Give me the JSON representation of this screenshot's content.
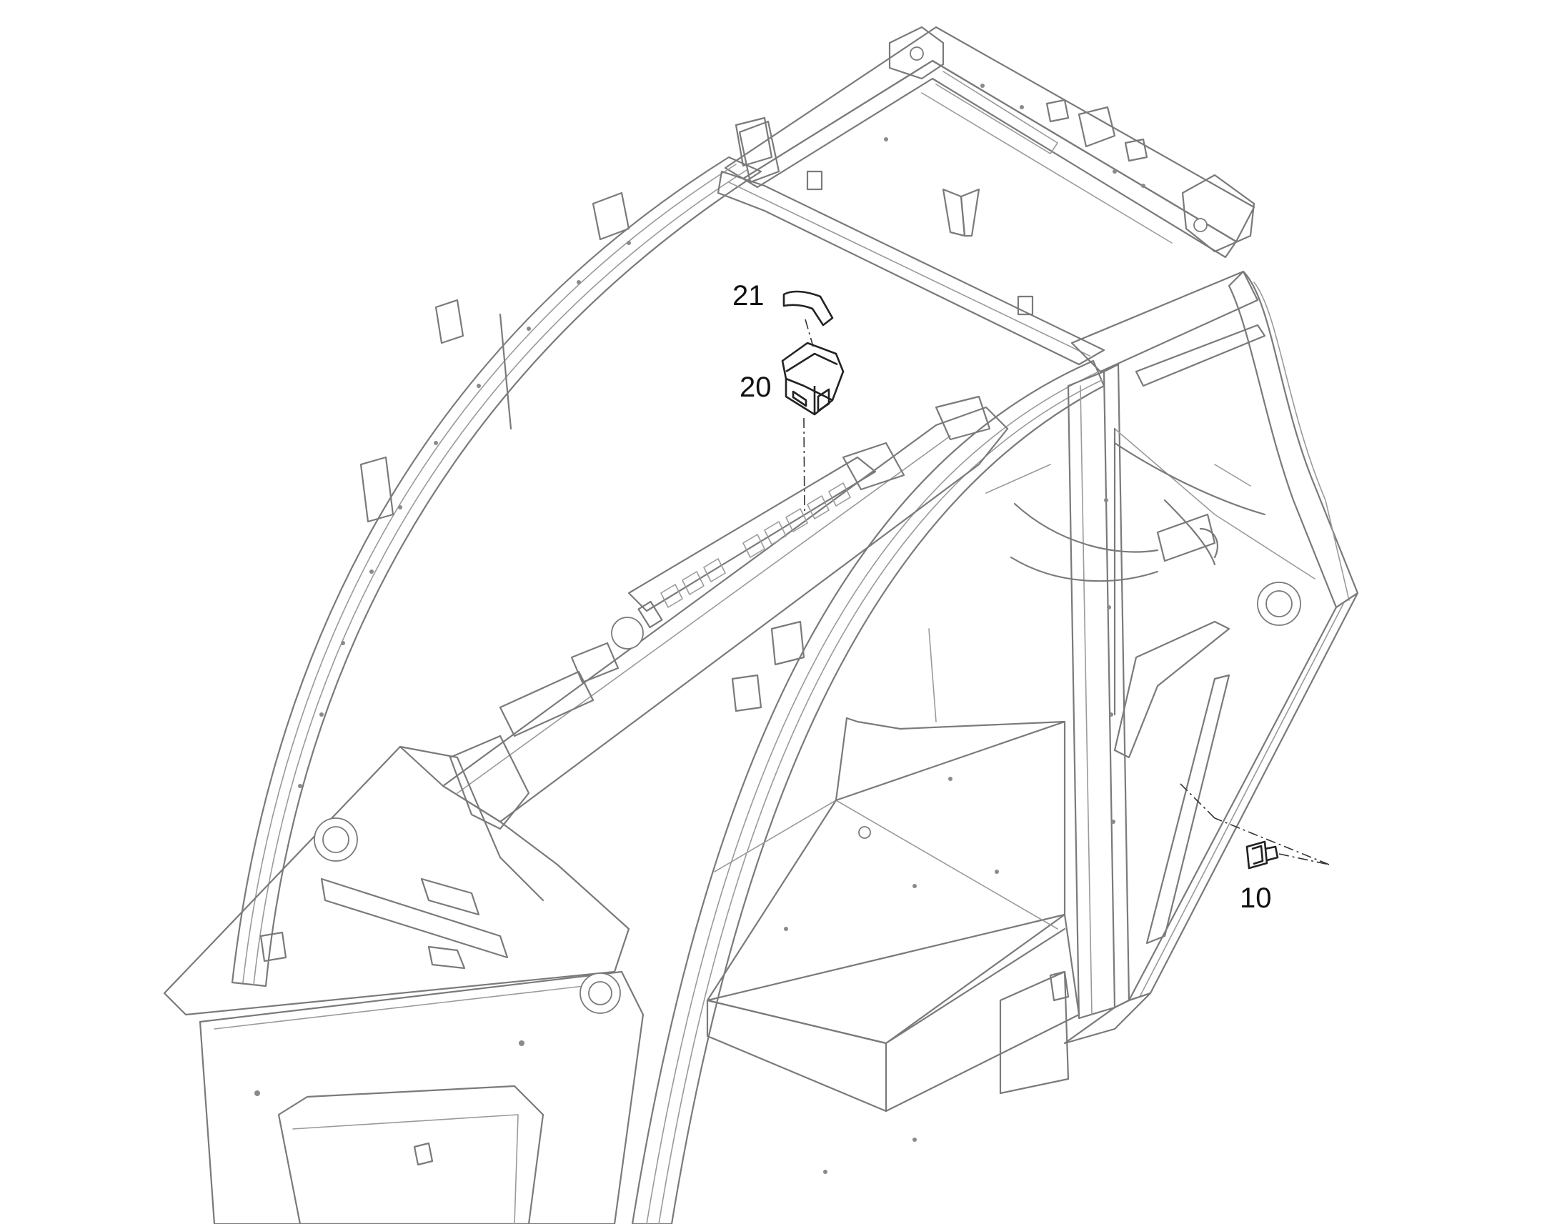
{
  "callouts": [
    {
      "id": "21",
      "part": "switch-cover"
    },
    {
      "id": "20",
      "part": "rocker-switch"
    },
    {
      "id": "10",
      "part": "fuse"
    }
  ]
}
